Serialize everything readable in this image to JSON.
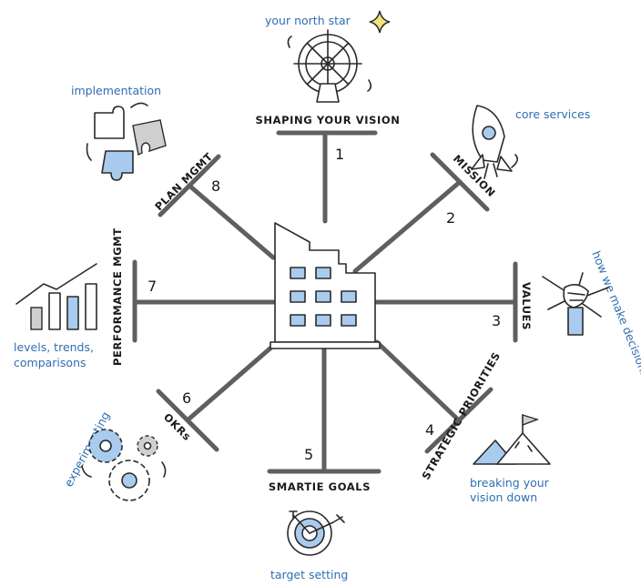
{
  "diagram": {
    "center": "building",
    "spokes": [
      {
        "number": "1",
        "heading": "SHAPING YOUR VISION",
        "note": "your north star",
        "icon": "ship-wheel-icon"
      },
      {
        "number": "2",
        "heading": "MISSION",
        "note": "core services",
        "icon": "rocket-icon"
      },
      {
        "number": "3",
        "heading": "VALUES",
        "note": "how we make decisions",
        "icon": "joined-hands-icon"
      },
      {
        "number": "4",
        "heading": "STRATEGIC PRIORITIES",
        "note_line1": "breaking your",
        "note_line2": "vision down",
        "icon": "mountain-flag-icon"
      },
      {
        "number": "5",
        "heading": "SMARTIE GOALS",
        "note": "target setting",
        "icon": "target-icon"
      },
      {
        "number": "6",
        "heading": "OKRs",
        "note": "experimenting",
        "icon": "gears-icon"
      },
      {
        "number": "7",
        "heading": "PERFORMANCE MGMT",
        "note_line1": "levels, trends,",
        "note_line2": "comparisons",
        "icon": "bar-chart-icon"
      },
      {
        "number": "8",
        "heading": "PLAN MGMT",
        "note": "implementation",
        "icon": "puzzle-icon"
      }
    ]
  },
  "colors": {
    "accent_blue": "#2f6fb0",
    "fill_blue": "#a9cbee",
    "spoke_grey": "#5f5f5f",
    "star_yellow": "#f3e27a"
  }
}
